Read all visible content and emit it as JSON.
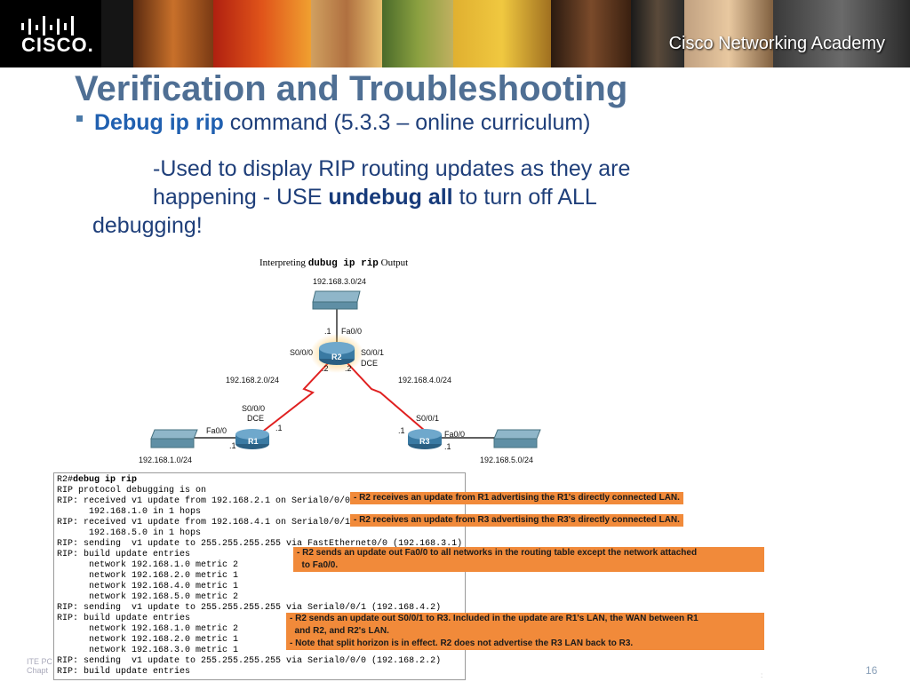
{
  "banner": {
    "logo_text": "CISCO.",
    "academy_text": "Cisco Networking Academy"
  },
  "slide": {
    "title": "Verification and Troubleshooting",
    "bullet_cmd": "Debug ip rip",
    "bullet_rest": " command (5.3.3 – online curriculum)",
    "line2": "-Used to display RIP routing updates as they are",
    "line3_pre": "happening  - USE ",
    "line3_bold": "undebug all",
    "line3_post": " to  turn off ALL",
    "line4": "debugging!"
  },
  "diagram": {
    "title_pre": "Interpreting ",
    "title_cmd": "dubug ip rip",
    "title_post": " Output",
    "labels": {
      "net3": "192.168.3.0/24",
      "r2_fa_host": ".1",
      "r2_fa": "Fa0/0",
      "r2_s000": "S0/0/0",
      "r2_s001": "S0/0/1",
      "r2_dce": "DCE",
      "r2_s000_host": ".2",
      "r2_s001_host": ".2",
      "net2": "192.168.2.0/24",
      "net4": "192.168.4.0/24",
      "r1_s000": "S0/0/0",
      "r1_dce": "DCE",
      "r1_s_host": ".1",
      "r1_fa": "Fa0/0",
      "r1_fa_host": ".1",
      "net1": "192.168.1.0/24",
      "r3_s001": "S0/0/1",
      "r3_s_host": ".1",
      "r3_fa": "Fa0/0",
      "r3_fa_host": ".1",
      "net5": "192.168.5.0/24",
      "r1": "R1",
      "r2": "R2",
      "r3": "R3"
    }
  },
  "console": {
    "prompt": "R2#",
    "command": "debug ip rip",
    "lines": [
      "RIP protocol debugging is on",
      "RIP: received v1 update from 192.168.2.1 on Serial0/0/0",
      "      192.168.1.0 in 1 hops",
      "RIP: received v1 update from 192.168.4.1 on Serial0/0/1",
      "      192.168.5.0 in 1 hops",
      "RIP: sending  v1 update to 255.255.255.255 via FastEthernet0/0 (192.168.3.1)",
      "RIP: build update entries",
      "      network 192.168.1.0 metric 2",
      "      network 192.168.2.0 metric 1",
      "      network 192.168.4.0 metric 1",
      "      network 192.168.5.0 metric 2",
      "RIP: sending  v1 update to 255.255.255.255 via Serial0/0/1 (192.168.4.2)",
      "RIP: build update entries",
      "      network 192.168.1.0 metric 2",
      "      network 192.168.2.0 metric 1",
      "      network 192.168.3.0 metric 1",
      "RIP: sending  v1 update to 255.255.255.255 via Serial0/0/0 (192.168.2.2)",
      "RIP: build update entries"
    ],
    "notes": [
      "- R2 receives an update from R1 advertising the R1's directly connected LAN.",
      "- R2 receives an update from R3 advertising the R3's directly connected LAN.",
      "- R2 sends an update out Fa0/0 to all networks in the routing table except the network attached\n  to Fa0/0.",
      "- R2 sends an update out S0/0/1 to R3. Included in the update are R1's LAN, the WAN between R1\n  and R2, and R2's LAN.\n- Note that split horizon is in effect. R2 does not advertise the R3 LAN back to R3."
    ]
  },
  "footer": {
    "left_line1": "ITE PC",
    "left_line2": "Chapt",
    "page": "16",
    "dot": ":"
  },
  "colors": {
    "title": "#4f6f94",
    "body": "#1f3f7a",
    "note_bg": "#f18a3a",
    "serial_link": "#e02020",
    "router": "#2e6f96"
  }
}
